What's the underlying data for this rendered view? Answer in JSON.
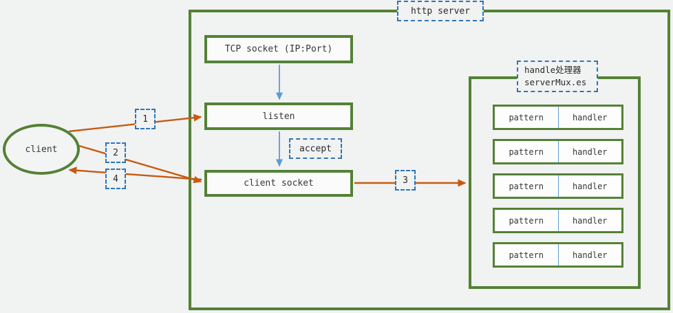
{
  "diagram": {
    "title_chip": "http server",
    "client_label": "client",
    "tcp_socket_label": "TCP socket (IP:Port)",
    "listen_label": "listen",
    "accept_chip": "accept",
    "client_socket_label": "client socket",
    "mux_title_line1": "handle处理器",
    "mux_title_line2": "serverMux.es",
    "step_labels": {
      "s1": "1",
      "s2": "2",
      "s3": "3",
      "s4": "4"
    },
    "mux_rows": [
      {
        "pattern": "pattern",
        "handler": "handler"
      },
      {
        "pattern": "pattern",
        "handler": "handler"
      },
      {
        "pattern": "pattern",
        "handler": "handler"
      },
      {
        "pattern": "pattern",
        "handler": "handler"
      },
      {
        "pattern": "pattern",
        "handler": "handler"
      }
    ],
    "colors": {
      "box_border_green": "#538135",
      "arrow_orange": "#c55a11",
      "chip_border_blue": "#2e75b6",
      "flow_arrow_blue": "#5b9bd5",
      "canvas_bg": "#f1f2f2"
    }
  }
}
